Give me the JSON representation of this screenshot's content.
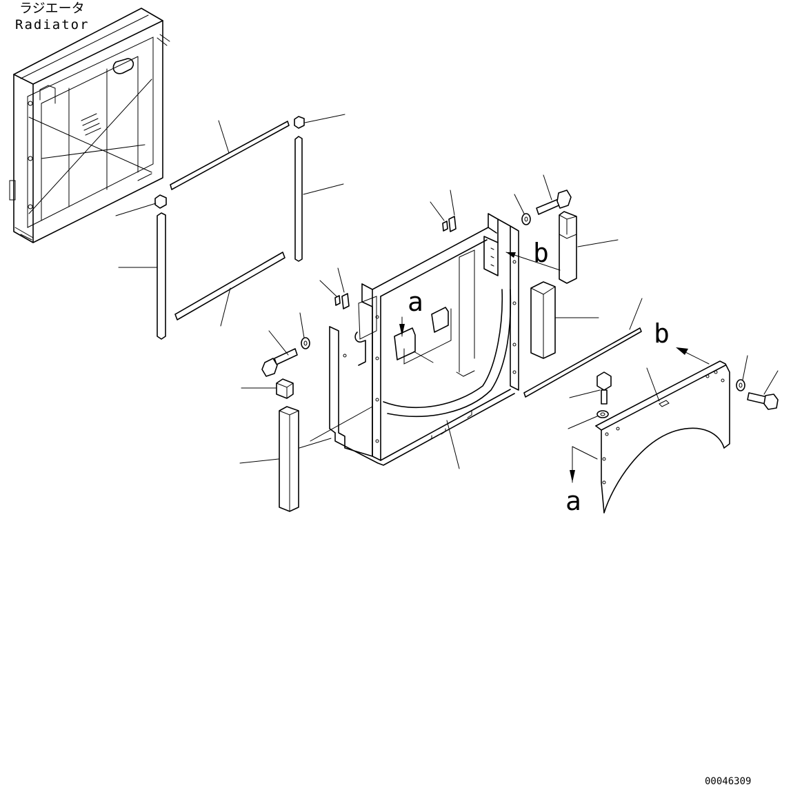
{
  "title": {
    "japanese": "ラジエータ",
    "english": "Radiator"
  },
  "drawing_number": "00046309",
  "view_markers": {
    "a": "a",
    "b": "b"
  }
}
